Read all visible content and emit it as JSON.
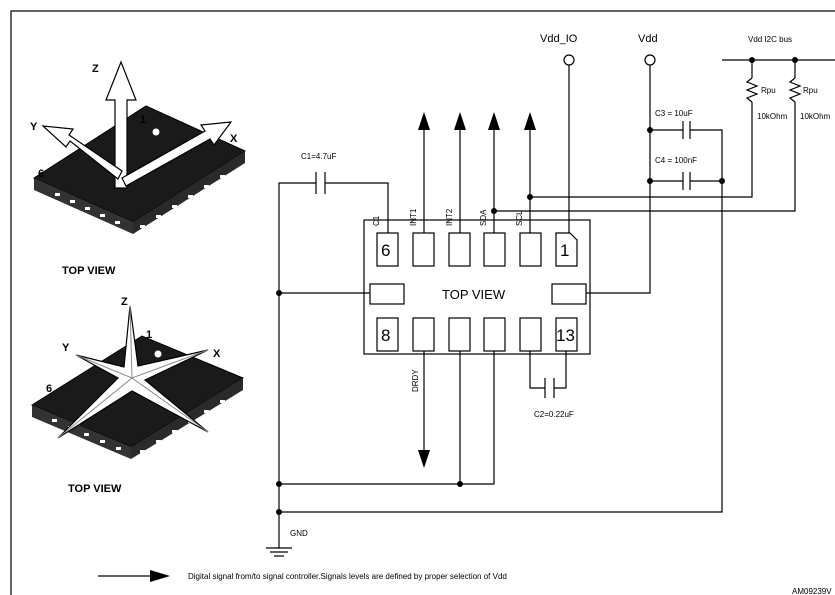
{
  "orientation": {
    "top_view_label": "TOP VIEW",
    "axes": {
      "x": "X",
      "y": "Y",
      "z": "Z"
    },
    "pin_markers": {
      "first": "1",
      "sixth": "6"
    }
  },
  "chip": {
    "center_label": "TOP VIEW",
    "pin_numbers": {
      "top_left": "6",
      "top_right": "1",
      "bottom_left": "8",
      "bottom_right": "13"
    },
    "signals": {
      "c1": "C1",
      "int1": "INT1",
      "int2": "INT2",
      "sda": "SDA",
      "scl": "SCL",
      "drdy": "DRDY"
    }
  },
  "components": {
    "c1": "C1=4.7uF",
    "c2": "C2=0.22uF",
    "c3": "C3 = 10uF",
    "c4": "C4 = 100nF",
    "rpu_label": "Rpu",
    "rpu_value": "10kOhm"
  },
  "rails": {
    "vdd_io": "Vdd_IO",
    "vdd": "Vdd",
    "i2c_bus": "Vdd I2C bus",
    "gnd": "GND"
  },
  "legend": {
    "text": "Digital signal from/to signal controller.Signals levels are defined by proper selection of Vdd"
  },
  "figure_code": "AM09239V"
}
